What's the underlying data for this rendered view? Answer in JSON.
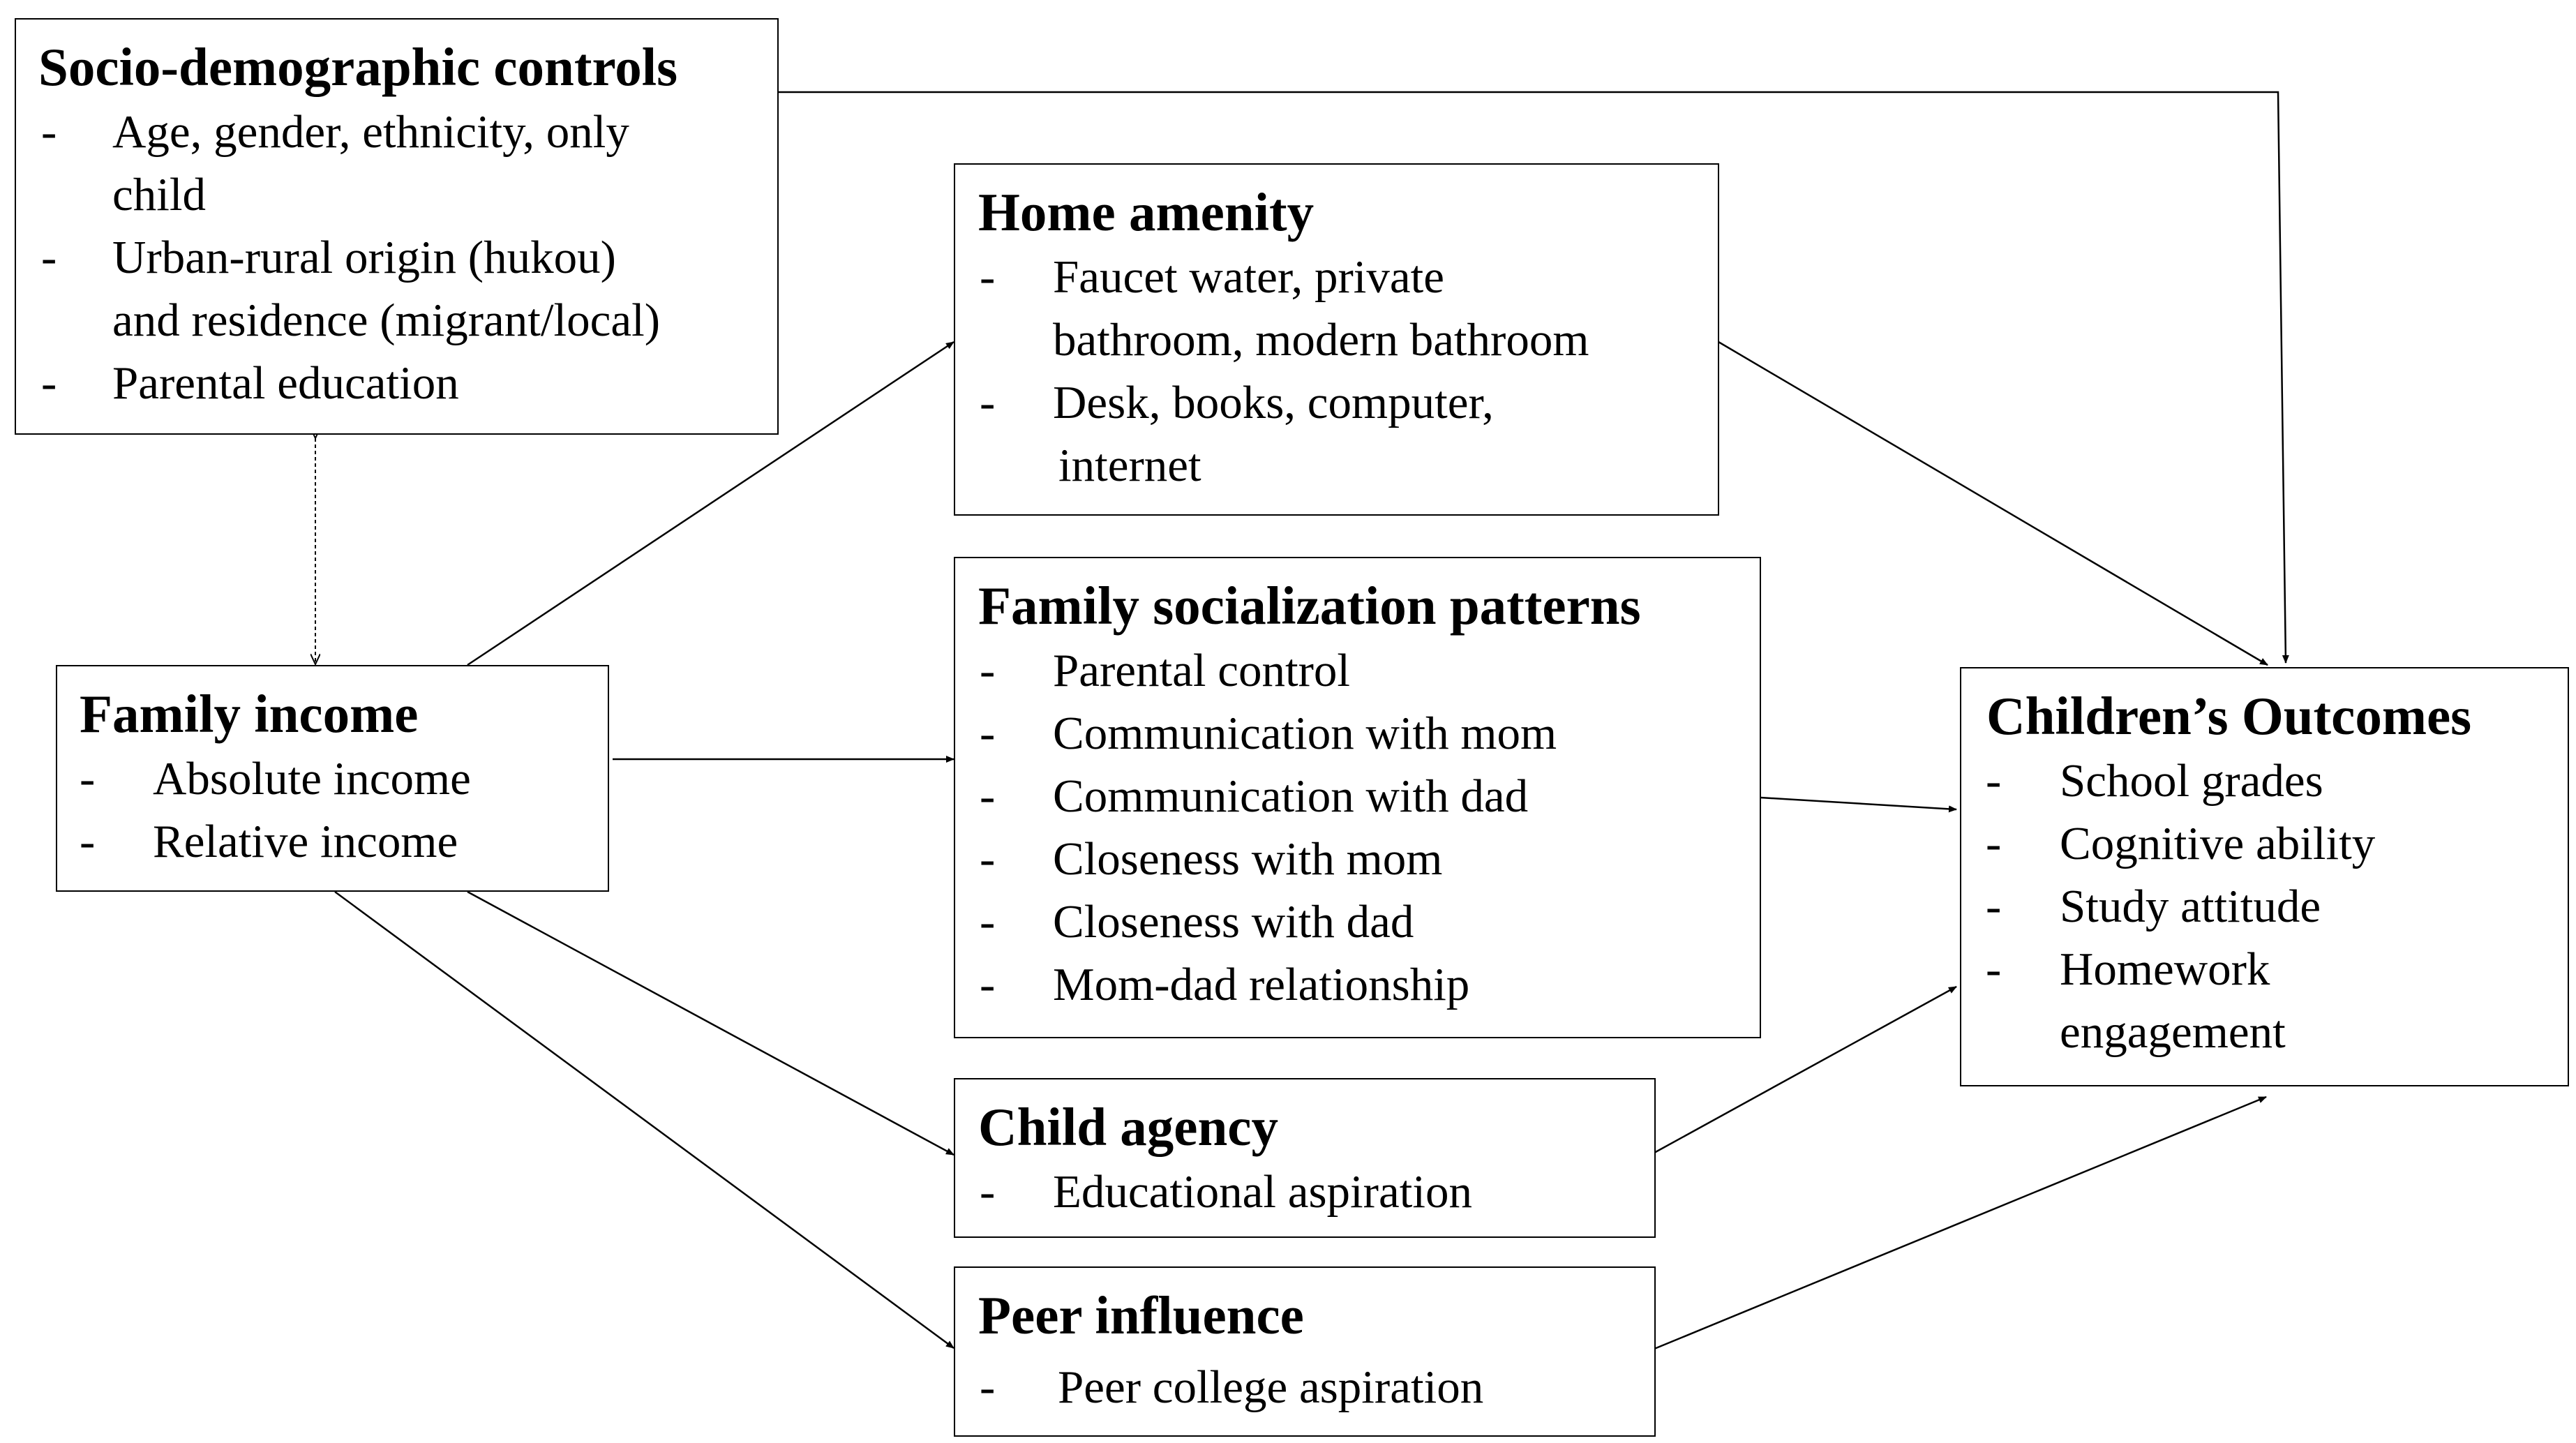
{
  "boxes": {
    "socio": {
      "title": "Socio-demographic controls",
      "items": [
        [
          "Age, gender, ethnicity, only",
          "child"
        ],
        [
          "Urban-rural origin (hukou)",
          "and residence (migrant/local)"
        ],
        [
          "Parental education"
        ]
      ]
    },
    "home": {
      "title": "Home amenity",
      "items": [
        [
          "Faucet water, private",
          "bathroom, modern bathroom"
        ],
        [
          "Desk, books, computer,",
          "internet"
        ]
      ]
    },
    "family_income": {
      "title": "Family income",
      "items": [
        [
          "Absolute income"
        ],
        [
          "Relative income"
        ]
      ]
    },
    "socialization": {
      "title": "Family socialization patterns",
      "items": [
        [
          "Parental control"
        ],
        [
          "Communication with mom"
        ],
        [
          "Communication with dad"
        ],
        [
          "Closeness with mom"
        ],
        [
          "Closeness with dad"
        ],
        [
          "Mom-dad relationship"
        ]
      ]
    },
    "outcomes": {
      "title": "Children’s Outcomes",
      "items": [
        [
          "School grades"
        ],
        [
          "Cognitive ability"
        ],
        [
          "Study attitude"
        ],
        [
          "Homework",
          "engagement"
        ]
      ]
    },
    "agency": {
      "title": "Child agency",
      "items": [
        [
          "Educational aspiration"
        ]
      ]
    },
    "peer": {
      "title": "Peer influence",
      "items": [
        [
          "Peer college aspiration"
        ]
      ]
    }
  },
  "bullet": "-"
}
